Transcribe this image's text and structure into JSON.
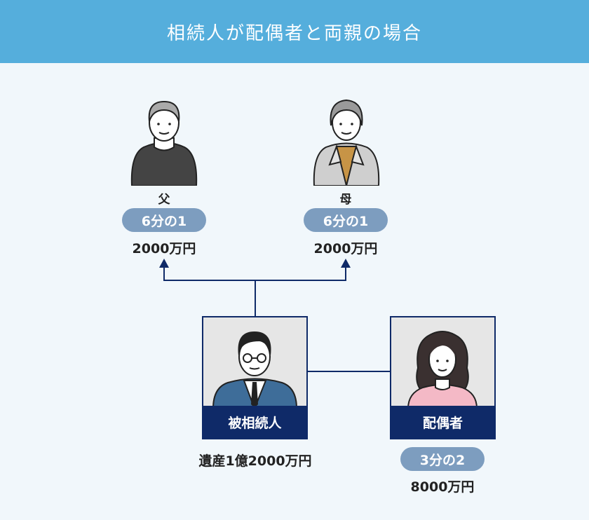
{
  "title": "相続人が配偶者と両親の場合",
  "father": {
    "label": "父",
    "share": "6分の1",
    "amount": "2000万円"
  },
  "mother": {
    "label": "母",
    "share": "6分の1",
    "amount": "2000万円"
  },
  "deceased": {
    "label": "被相続人",
    "estate": "遺産1億2000万円"
  },
  "spouse": {
    "label": "配偶者",
    "share": "3分の2",
    "amount": "8000万円"
  },
  "colors": {
    "header": "#55aedc",
    "navy": "#0f2a68",
    "pill": "#7d9dbf",
    "background": "#f1f7fb"
  }
}
